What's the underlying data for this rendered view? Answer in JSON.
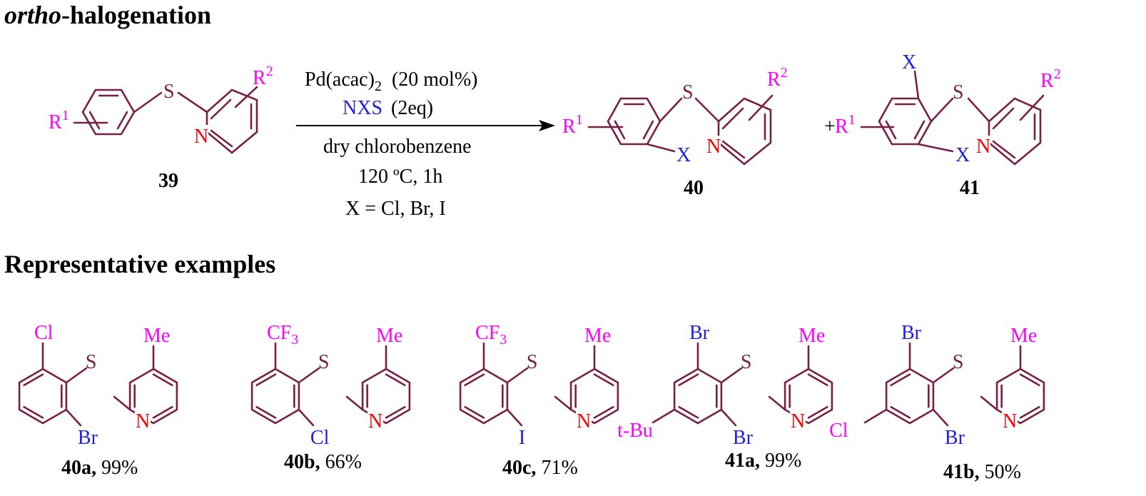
{
  "headings": {
    "title_italic": "ortho",
    "title_rest": "-halogenation",
    "examples": "Representative examples"
  },
  "conditions": {
    "catalyst": "Pd(acac)",
    "catalyst_sub": "2",
    "catalyst_load": "(20 mol%)",
    "reagent": "NXS",
    "reagent_amount": "(2eq)",
    "solvent": "dry chlorobenzene",
    "temperature": "120 ºC, 1h",
    "halogens": "X = Cl, Br, I"
  },
  "atoms": {
    "S": "S",
    "N": "N",
    "X": "X",
    "R": "R",
    "one": "1",
    "two": "2",
    "plus": "+"
  },
  "compounds": {
    "c39": "39",
    "c40": "40",
    "c41": "41"
  },
  "examples": [
    {
      "id": "40a,",
      "yield": " 99%",
      "top": "Cl",
      "bottom": "Br",
      "para": "",
      "me": "Me"
    },
    {
      "id": "40b,",
      "yield": " 66%",
      "top": "CF",
      "top_sub": "3",
      "bottom": "Cl",
      "para": "",
      "me": "Me"
    },
    {
      "id": "40c,",
      "yield": " 71%",
      "top": "CF",
      "top_sub": "3",
      "bottom": "I",
      "para": "",
      "me": "Me"
    },
    {
      "id": "41a,",
      "yield": " 99%",
      "top": "Br",
      "bottom": "Br",
      "para": "t-Bu",
      "me": "Me"
    },
    {
      "id": "41b,",
      "yield": " 50%",
      "top": "Br",
      "bottom": "Br",
      "para": "Cl",
      "me": "Me"
    }
  ]
}
